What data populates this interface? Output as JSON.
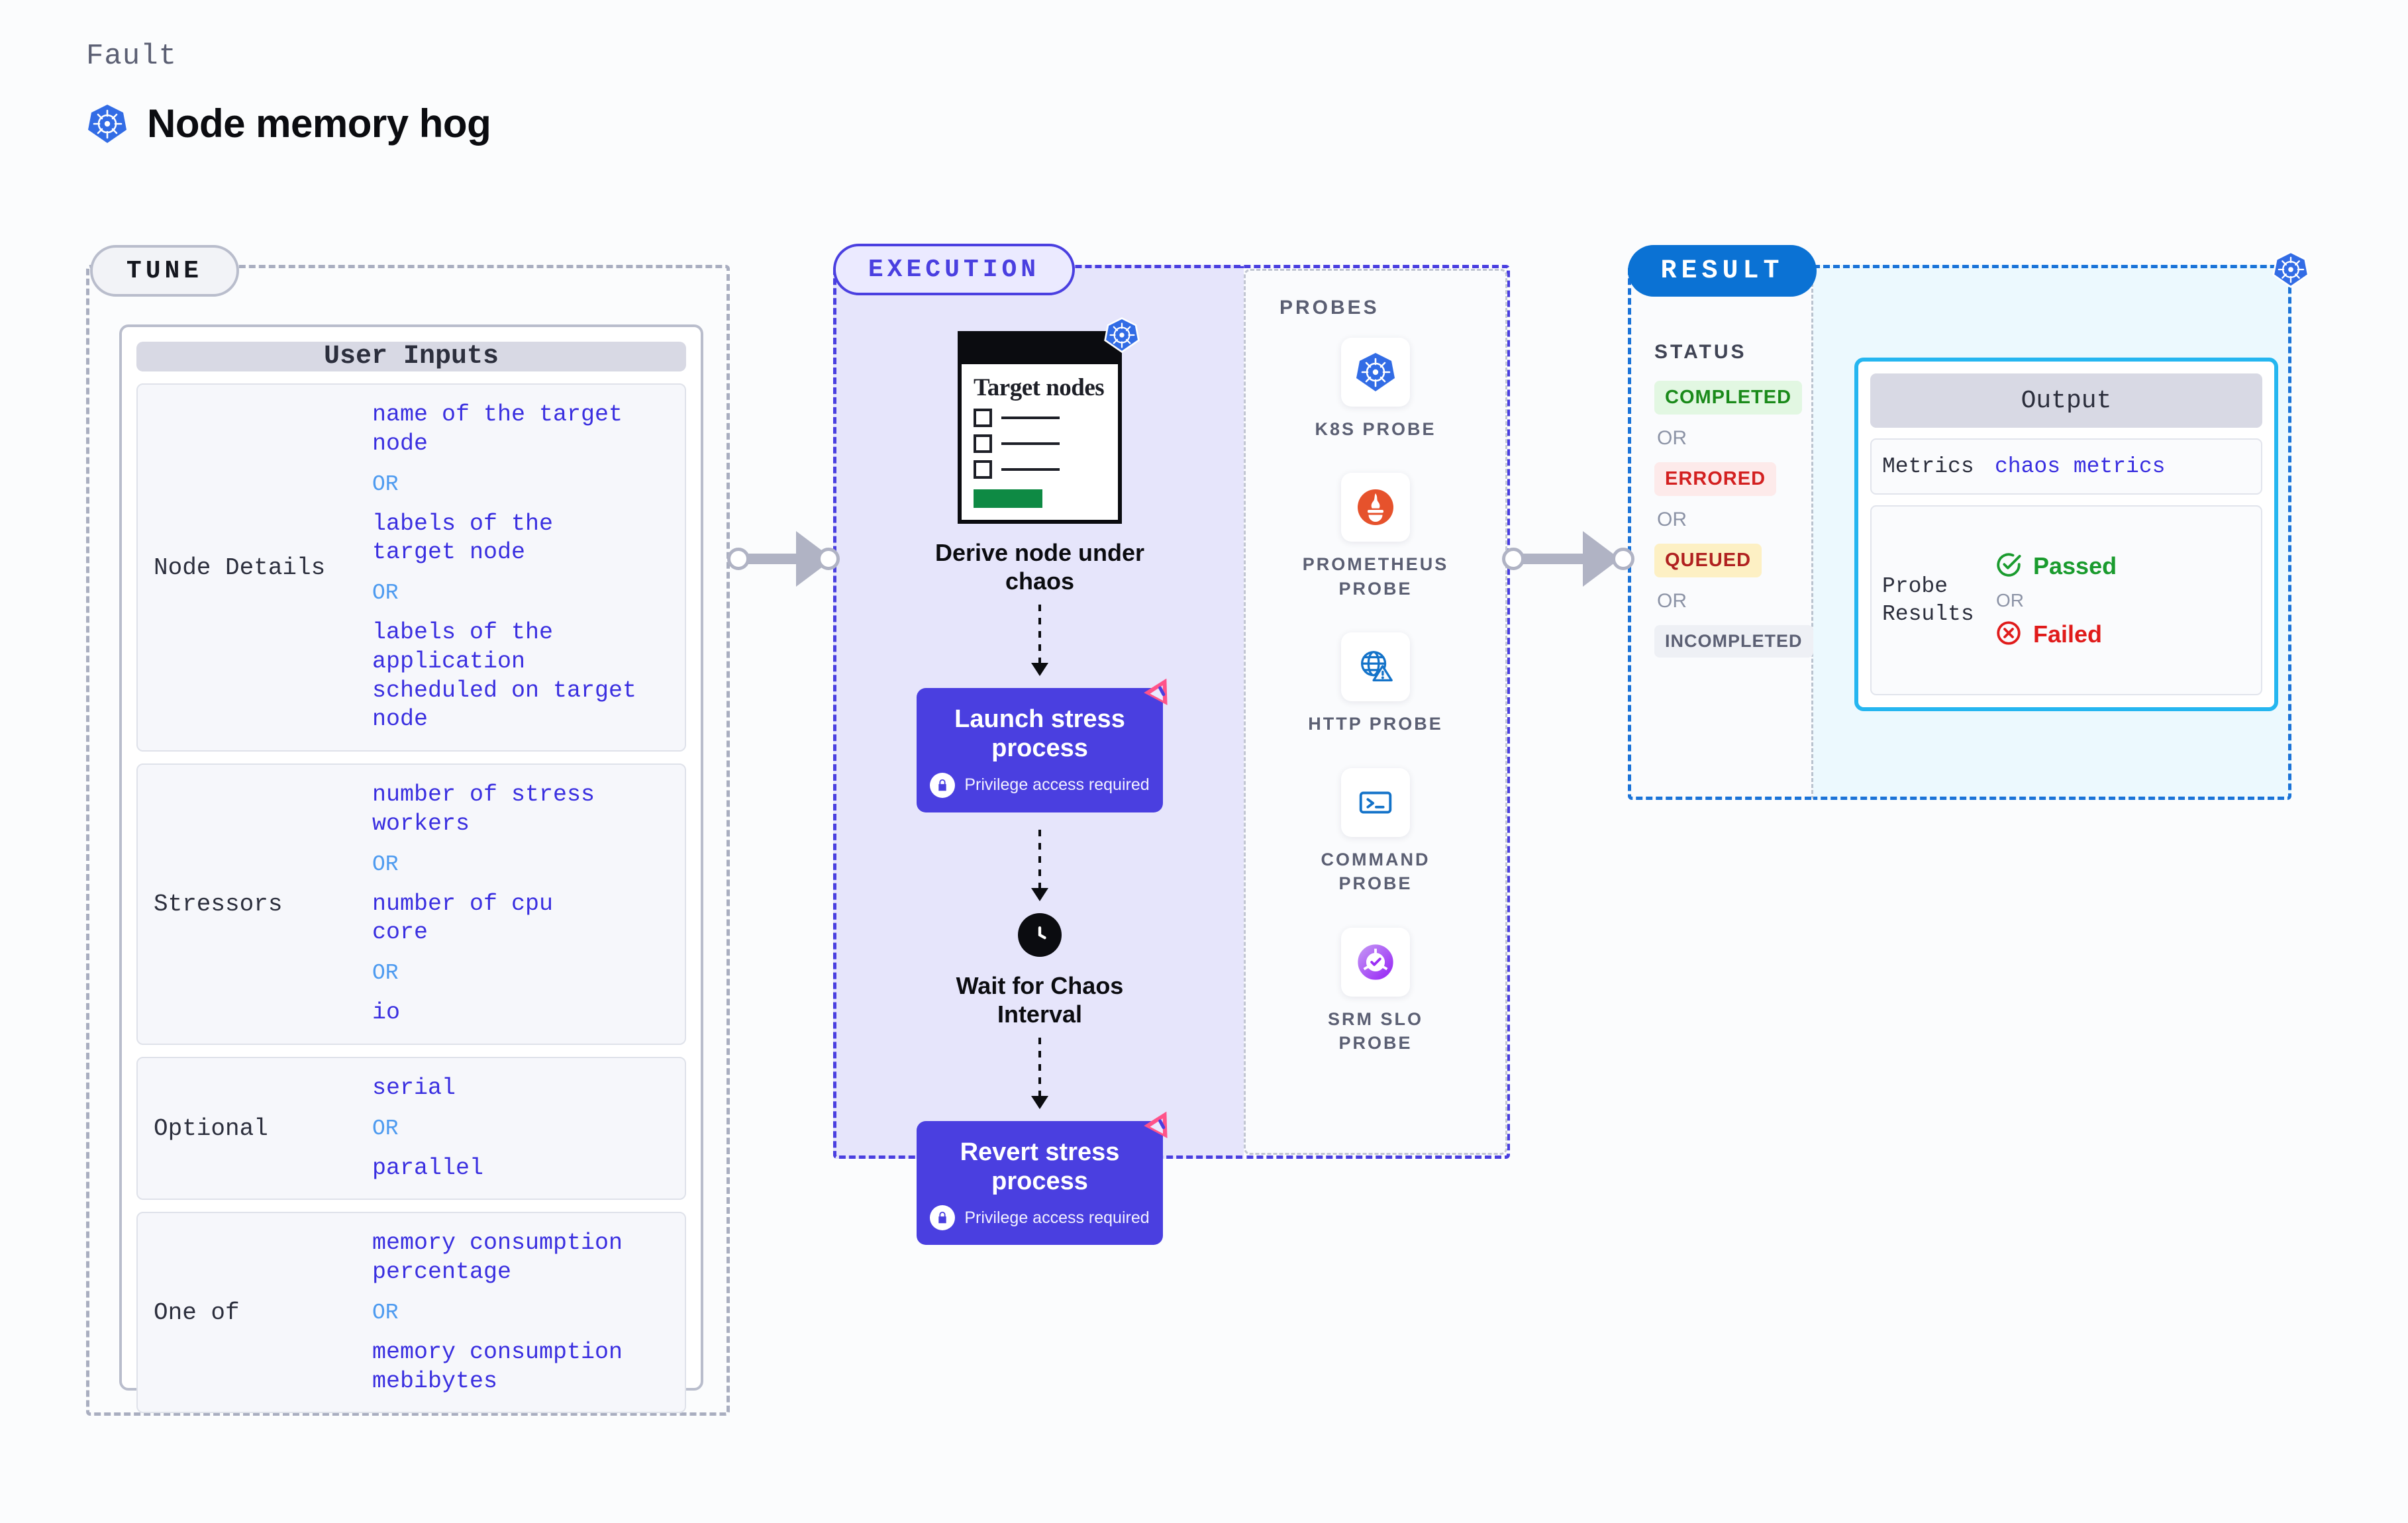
{
  "header": {
    "fault_label": "Fault",
    "title": "Node memory hog",
    "icon": "kubernetes-icon"
  },
  "sections": {
    "tune_label": "TUNE",
    "execution_label": "EXECUTION",
    "result_label": "RESULT",
    "probes_label": "PROBES",
    "status_label": "STATUS"
  },
  "tune": {
    "card_title": "User Inputs",
    "rows": [
      {
        "label": "Node Details",
        "values": [
          "name of the target\nnode",
          "labels of the\ntarget node",
          "labels of the application\n scheduled on target node"
        ],
        "separators": [
          "OR",
          "OR"
        ]
      },
      {
        "label": "Stressors",
        "values": [
          "number of stress\nworkers",
          "number of cpu\ncore",
          "io"
        ],
        "separators": [
          "OR",
          "OR"
        ]
      },
      {
        "label": "Optional",
        "values": [
          "serial",
          "parallel"
        ],
        "separators": [
          "OR"
        ]
      },
      {
        "label": "One of",
        "values": [
          "memory consumption\npercentage",
          "memory consumption\nmebibytes"
        ],
        "separators": [
          "OR"
        ]
      }
    ]
  },
  "execution": {
    "target_card": {
      "heading": "Target\nnodes",
      "icon": "kubernetes-icon",
      "checkbox_count": 3
    },
    "steps": [
      {
        "name": "derive-node-under-chaos",
        "caption": "Derive node under\nchaos",
        "type": "node"
      },
      {
        "name": "launch-stress-process",
        "title": "Launch stress\nprocess",
        "subtitle": "Privilege access required",
        "icon": "lock-icon",
        "type": "action"
      },
      {
        "name": "wait-for-chaos-interval",
        "caption": "Wait for Chaos\nInterval",
        "icon": "clock-icon",
        "type": "wait"
      },
      {
        "name": "revert-stress-process",
        "title": "Revert stress\nprocess",
        "subtitle": "Privilege access required",
        "icon": "lock-icon",
        "type": "action"
      }
    ]
  },
  "probes": [
    {
      "label": "K8S PROBE",
      "icon": "kubernetes-icon"
    },
    {
      "label": "PROMETHEUS\nPROBE",
      "icon": "prometheus-icon"
    },
    {
      "label": "HTTP PROBE",
      "icon": "globe-warning-icon"
    },
    {
      "label": "COMMAND\nPROBE",
      "icon": "terminal-icon"
    },
    {
      "label": "SRM SLO\nPROBE",
      "icon": "slo-donut-icon"
    }
  ],
  "result": {
    "statuses": [
      {
        "label": "COMPLETED",
        "bg": "#e2f7e2",
        "color": "#1a8a1a"
      },
      {
        "label": "ERRORED",
        "bg": "#fdeaea",
        "color": "#d32020"
      },
      {
        "label": "QUEUED",
        "bg": "#fdf0c4",
        "color": "#b02020"
      },
      {
        "label": "INCOMPLETED",
        "bg": "#eef0f5",
        "color": "#5b5f73"
      }
    ],
    "separator": "OR",
    "output": {
      "title": "Output",
      "metrics_label": "Metrics",
      "metrics_value": "chaos metrics",
      "probe_results_label": "Probe\nResults",
      "passed_label": "Passed",
      "failed_label": "Failed",
      "separator": "OR",
      "passed_color": "#1a9b2e",
      "failed_color": "#e01b1b"
    },
    "corner_icon": "kubernetes-icon"
  },
  "colors": {
    "accent_purple": "#4a3fe0",
    "accent_blue": "#0b72d4",
    "cyan": "#25b6f0",
    "k8s_blue": "#326ce5",
    "litmus_pink": "#ff5389"
  }
}
